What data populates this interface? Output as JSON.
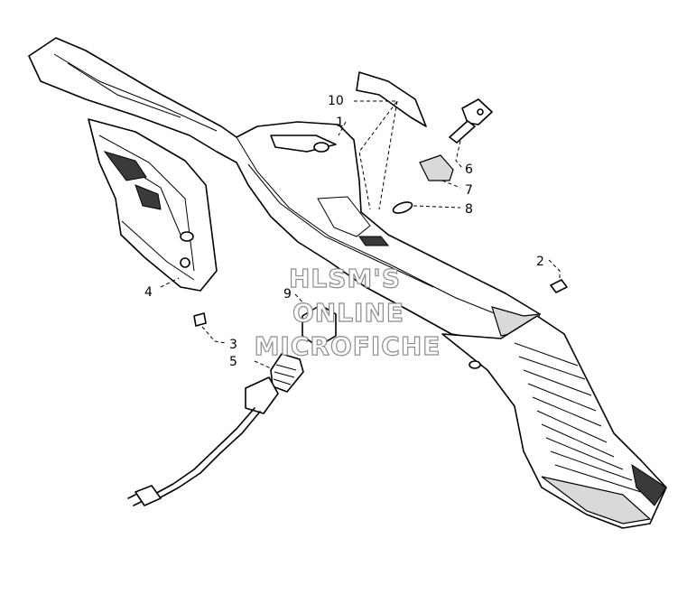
{
  "callouts": {
    "c1": "1",
    "c2": "2",
    "c3": "3",
    "c4": "4",
    "c5": "5",
    "c6": "6",
    "c7": "7",
    "c8": "8",
    "c9": "9",
    "c10": "10"
  },
  "watermark": {
    "line1": "HLSM'S",
    "line2": "ONLINE",
    "line3": "MICROFICHE"
  }
}
